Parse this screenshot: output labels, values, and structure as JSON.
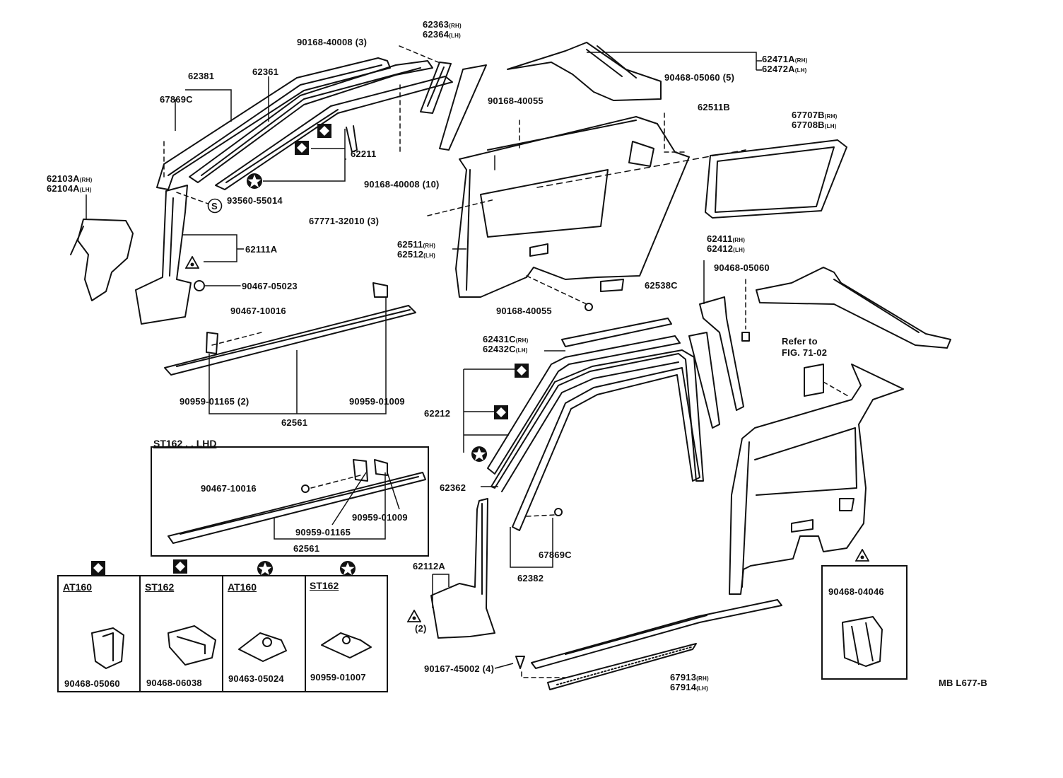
{
  "diagram_code": "MB L677-B",
  "reference": {
    "line1": "Refer to",
    "line2": "FIG. 71-02"
  },
  "variant_box": {
    "title": "ST162 . . LHD"
  },
  "legend": {
    "cells": [
      {
        "model": "AT160",
        "part": "90468-05060",
        "marker": "diamond"
      },
      {
        "model": "ST162",
        "part": "90468-06038",
        "marker": "diamond"
      },
      {
        "model": "AT160",
        "part": "90463-05024",
        "marker": "star"
      },
      {
        "model": "ST162",
        "part": "90959-01007",
        "marker": "star"
      }
    ],
    "triangle_box_part": "90468-04046"
  },
  "labels": {
    "p90168_40008_3": "90168-40008 (3)",
    "p62363": "62363",
    "p62364": "62364",
    "p62471A": "62471A",
    "p62472A": "62472A",
    "p90468_05060_5": "90468-05060 (5)",
    "p62381": "62381",
    "p62361": "62361",
    "p67869C_top": "67869C",
    "p90168_40055_top": "90168-40055",
    "p62511B": "62511B",
    "p67707B": "67707B",
    "p67708B": "67708B",
    "p62211": "62211",
    "p90168_40008_10": "90168-40008 (10)",
    "p62103A": "62103A",
    "p62104A": "62104A",
    "p93560_55014": "93560-55014",
    "p67771_32010": "67771-32010 (3)",
    "p62111A": "62111A",
    "p62511": "62511",
    "p62512": "62512",
    "p62411": "62411",
    "p62412": "62412",
    "p90468_05060": "90468-05060",
    "p90467_05023": "90467-05023",
    "p62538C": "62538C",
    "p90467_10016": "90467-10016",
    "p90168_40055_bot": "90168-40055",
    "p62431C": "62431C",
    "p62432C": "62432C",
    "p90959_01165_2": "90959-01165 (2)",
    "p90959_01009": "90959-01009",
    "p62561": "62561",
    "p62212": "62212",
    "p62362": "62362",
    "p67869C_bot": "67869C",
    "p62382": "62382",
    "p62112A": "62112A",
    "p2": "(2)",
    "p90167_45002": "90167-45002 (4)",
    "p67913": "67913",
    "p67914": "67914",
    "lhd_90467_10016": "90467-10016",
    "lhd_90959_01009": "90959-01009",
    "lhd_90959_01165": "90959-01165",
    "lhd_62561": "62561"
  },
  "sides": {
    "rh": "(RH)",
    "lh": "(LH)"
  },
  "symbols": {
    "s_circle": "S"
  }
}
